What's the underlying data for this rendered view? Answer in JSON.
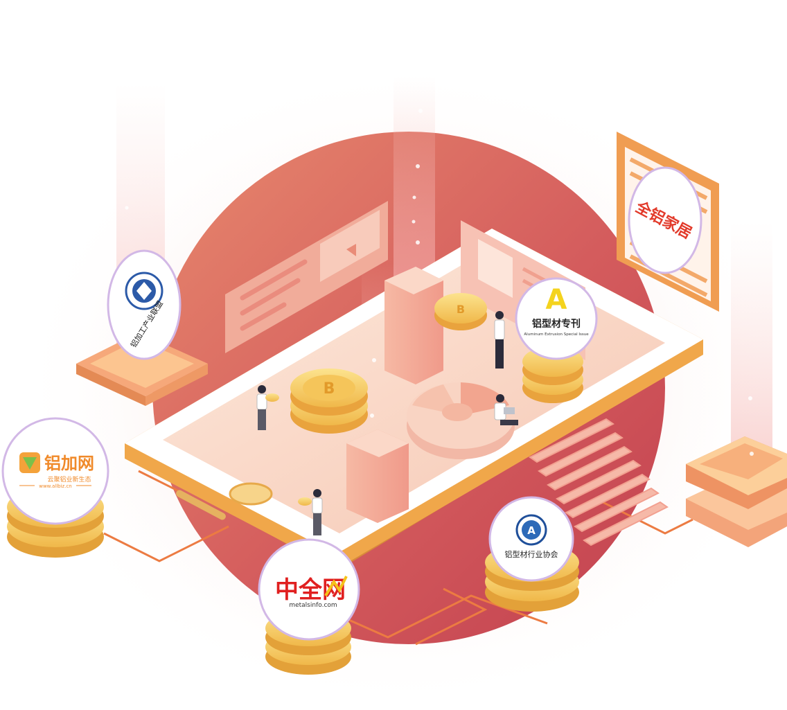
{
  "badges": {
    "alliance": {
      "name": "铝加工产业联盟"
    },
    "lvjia": {
      "name": "铝加网",
      "slogan": "云聚铝业新生态",
      "url": "www.allbiz.cn"
    },
    "zhongquan": {
      "name": "中全网",
      "url": "metalsinfo.com"
    },
    "zhuankan": {
      "name": "铝型材专刊",
      "subtitle": "Aluminum Extrusion Special Issue",
      "letter": "A"
    },
    "xiehui": {
      "name": "铝型材行业协会",
      "letter": "A"
    },
    "jiaju": {
      "name": "全铝家居"
    }
  },
  "coin_symbol": "B",
  "colors": {
    "circle": "#d9605e",
    "accent": "#f0a23a",
    "coin": "#f5d66b",
    "phone_edge": "#e89a3c",
    "screen": "#fbe2d4"
  }
}
